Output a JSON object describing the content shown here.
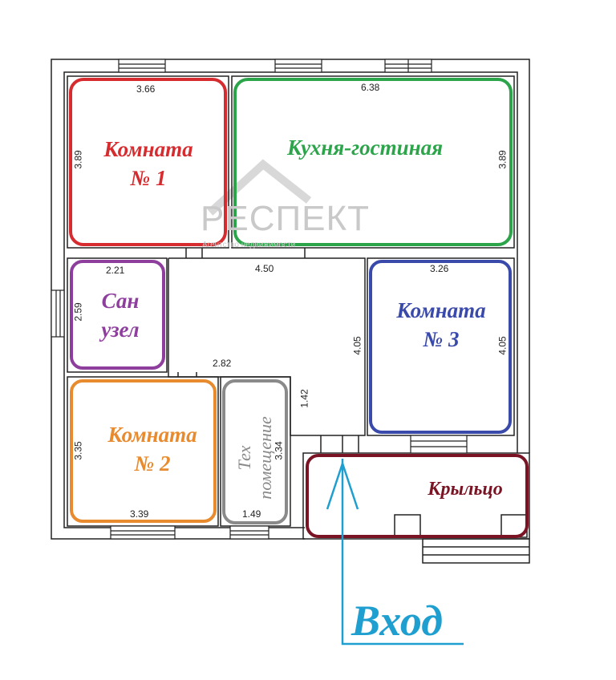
{
  "rooms": {
    "room1": {
      "label_line1": "Комната",
      "label_line2": "№ 1",
      "width": "3.66",
      "height": "3.89",
      "color": "#d62b2f"
    },
    "kitchen": {
      "label": "Кухня-гостиная",
      "width": "6.38",
      "height": "3.89",
      "color": "#2ca44a"
    },
    "bathroom": {
      "label_line1": "Сан",
      "label_line2": "узел",
      "width": "2.21",
      "height": "2.59",
      "color": "#8e3f9e"
    },
    "hall": {
      "width": "4.50",
      "height": "4.05",
      "width2": "2.82",
      "height2": "1.42"
    },
    "room3": {
      "label_line1": "Комната",
      "label_line2": "№ 3",
      "width": "3.26",
      "height": "4.05",
      "color": "#3a4aab"
    },
    "room2": {
      "label_line1": "Комната",
      "label_line2": "№ 2",
      "width": "3.39",
      "height": "3.35",
      "color": "#e88a2e"
    },
    "tech": {
      "label_line1": "Тех",
      "label_line2": "помещение",
      "width": "1.49",
      "height": "3.34",
      "color": "#8a8a8a"
    },
    "porch": {
      "label": "Крыльцо",
      "color": "#7a1424"
    }
  },
  "entrance": {
    "label": "Вход",
    "color": "#1f9fd0"
  },
  "watermark": {
    "brand": "РЕСПЕКТ",
    "tagline": "Агентство недвижимости"
  }
}
